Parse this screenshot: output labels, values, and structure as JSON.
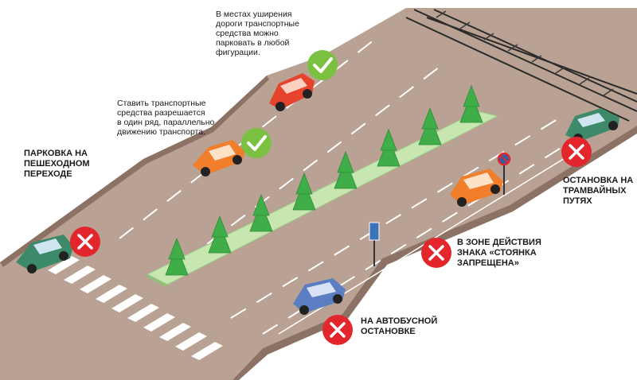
{
  "notes": {
    "widening": "В местах уширения\nдороги транспортные\nсредства можно\nпарковать в любой\nфигурации.",
    "parallel": "Ставить транспортные\nсредства разрешается\nв один ряд, параллельно\nдвижению транспорта."
  },
  "prohibited": {
    "crosswalk": "ПАРКОВКА НА\nПЕШЕХОДНОМ\nПЕРЕХОДЕ",
    "tram": "ОСТАНОВКА НА\nТРАМВАЙНЫХ\nПУТЯХ",
    "no_parking_sign": "В ЗОНЕ ДЕЙСТВИЯ\nЗНАКА «СТОЯНКА\nЗАПРЕЩЕНА»",
    "bus_stop": "НА АВТОБУСНОЙ\nОСТАНОВКЕ"
  },
  "colors": {
    "allowed": "#7ac142",
    "prohibited": "#e3262b",
    "road": "#bfa696",
    "asphalt": "#a0857a",
    "median": "#c7e6b0",
    "tree": "#3fae49"
  },
  "icons": {
    "allowed": "check-icon",
    "prohibited": "cross-icon"
  }
}
